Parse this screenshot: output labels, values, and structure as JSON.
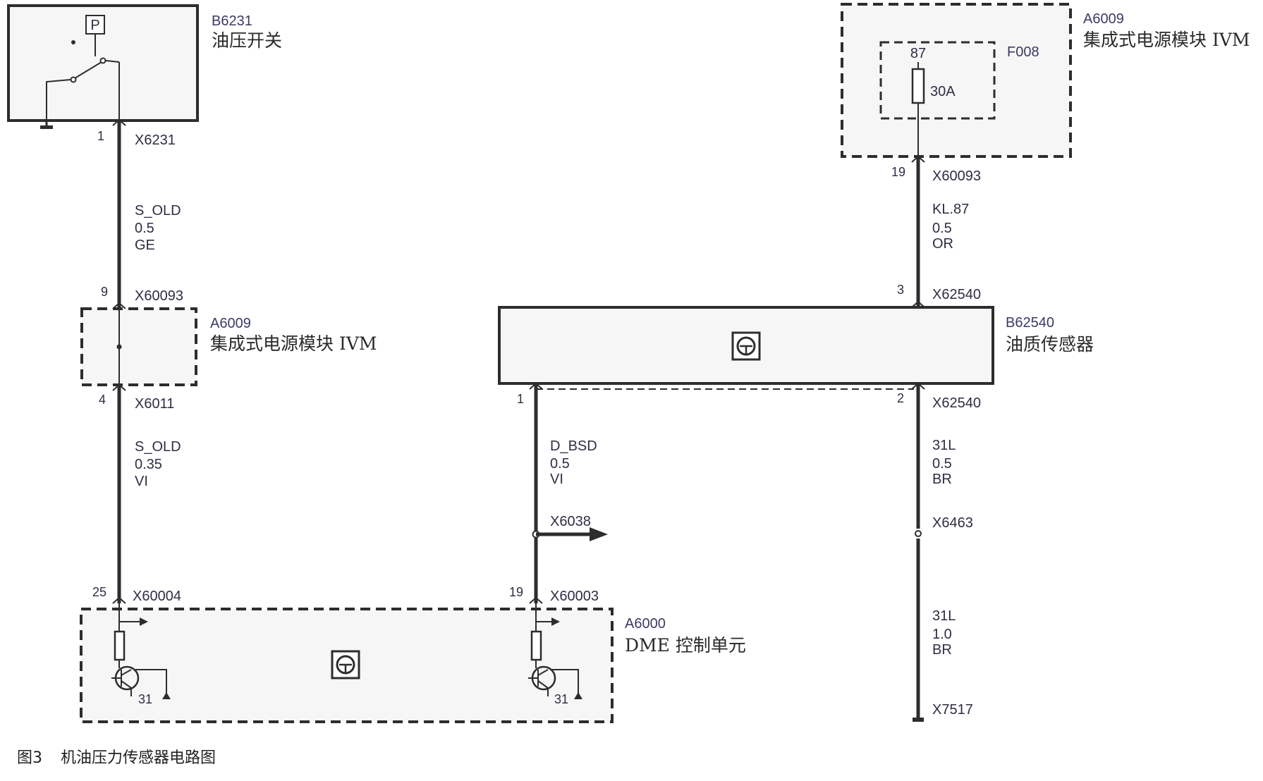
{
  "components": {
    "oil_pressure_switch": {
      "id": "B6231",
      "name": "油压开关",
      "symbol": "P"
    },
    "ivm_top": {
      "id": "A6009",
      "name": "集成式电源模块 IVM"
    },
    "fuse": {
      "id": "F008",
      "pin": "87",
      "rating": "30A"
    },
    "ivm_mid": {
      "id": "A6009",
      "name": "集成式电源模块 IVM"
    },
    "oil_quality_sensor": {
      "id": "B62540",
      "name": "油质传感器"
    },
    "dme": {
      "id": "A6000",
      "name": "DME 控制单元",
      "ground_left": "31",
      "ground_right": "31"
    }
  },
  "connectors": {
    "x6231": {
      "pin": "1",
      "label": "X6231"
    },
    "x60093_mid": {
      "pin": "9",
      "label": "X60093"
    },
    "x6011": {
      "pin": "4",
      "label": "X6011"
    },
    "x60004": {
      "pin": "25",
      "label": "X60004"
    },
    "x60093_top": {
      "pin": "19",
      "label": "X60093"
    },
    "x62540_top": {
      "pin": "3",
      "label": "X62540"
    },
    "x62540_left": {
      "pin": "1"
    },
    "x62540_right": {
      "pin": "2",
      "label": "X62540"
    },
    "x60003": {
      "pin": "19",
      "label": "X60003"
    },
    "x6038": {
      "label": "X6038"
    },
    "x6463": {
      "label": "X6463"
    },
    "x7517": {
      "label": "X7517"
    }
  },
  "wires": {
    "w1": {
      "signal": "S_OLD",
      "size": "0.5",
      "color": "GE"
    },
    "w2": {
      "signal": "S_OLD",
      "size": "0.35",
      "color": "VI"
    },
    "w3": {
      "signal": "KL.87",
      "size": "0.5",
      "color": "OR"
    },
    "w4": {
      "signal": "D_BSD",
      "size": "0.5",
      "color": "VI"
    },
    "w5": {
      "signal": "31L",
      "size": "0.5",
      "color": "BR"
    },
    "w6": {
      "signal": "31L",
      "size": "1.0",
      "color": "BR"
    }
  },
  "caption": {
    "number": "图3",
    "text": "机油压力传感器电路图"
  }
}
